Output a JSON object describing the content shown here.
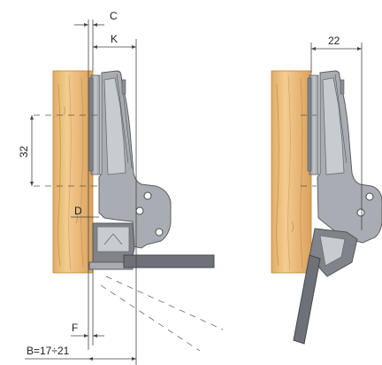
{
  "labels": {
    "c": "C",
    "k": "K",
    "dim_32": "32",
    "d": "D",
    "f": "F",
    "b_range": "B=17÷21",
    "dim_22": "22"
  },
  "colors": {
    "wood_light": "#f2c98a",
    "wood_dark": "#d9a25c",
    "metal": "#a9adb3",
    "door_panel": "#6e7278",
    "line": "#444444"
  }
}
